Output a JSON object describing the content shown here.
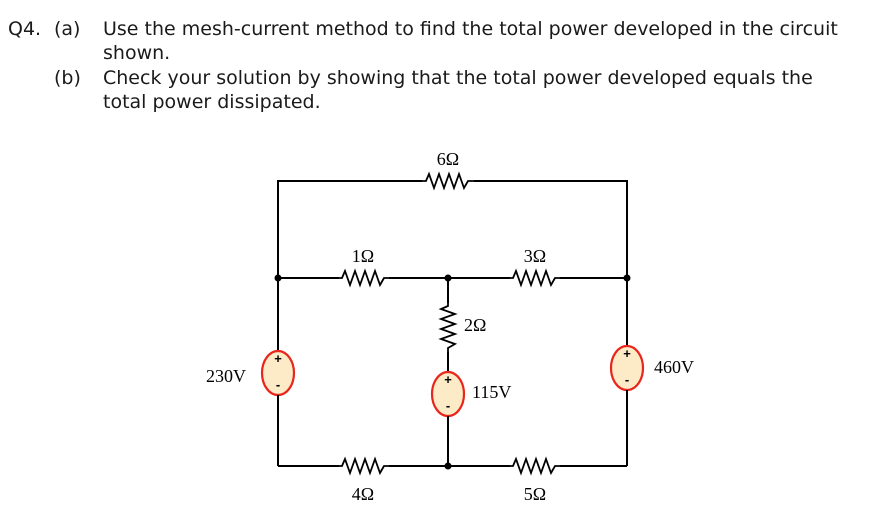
{
  "question": {
    "number": "Q4.",
    "part_a_label": "(a)",
    "part_a_line1": "Use the mesh-current method to find the total power developed in the circuit",
    "part_a_line2": "shown.",
    "part_b_label": "(b)",
    "part_b_line1": "Check your solution by showing that the total power developed equals the",
    "part_b_line2": "total power dissipated."
  },
  "circuit": {
    "resistors": {
      "r_6": "6Ω",
      "r_1": "1Ω",
      "r_3": "3Ω",
      "r_2": "2Ω",
      "r_4": "4Ω",
      "r_5": "5Ω"
    },
    "sources": {
      "v_left": "230V",
      "v_center": "115V",
      "v_right": "460V"
    },
    "polarity": {
      "plus": "+",
      "minus": "-"
    },
    "colors": {
      "source_border": "#e8261c",
      "source_fill": "#fdebc8",
      "wire": "#000000"
    }
  }
}
